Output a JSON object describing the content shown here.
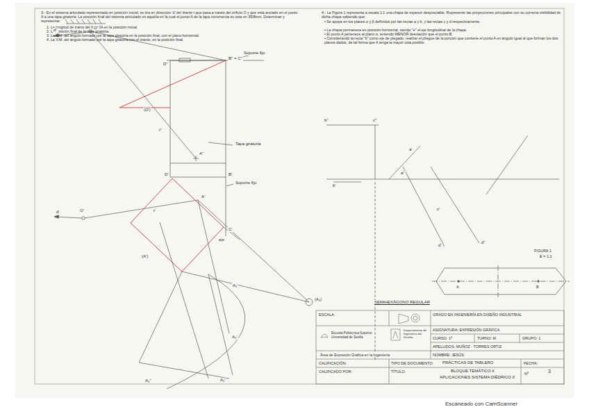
{
  "diagram": {
    "labels": [
      "3.- En el sistema articulado representado en posición inicial, se tira en dirección 'd' del tirante t que pasa a través del orificio O y que está anclado en el punto A a una tapa giratoria. La posición final del sistema articulado es aquella en la cual el punto A de la tapa incrementa su cota en 35/8mm. Determinar y representar:",
      "1. La longitud de tramo del hilo OA en la posición inicial.",
      "2. La posición final de la tapa giratoria.",
      "3. La V.M. del ángulo formado por la tapa giratoria en la posición final, con el plano horizontal.",
      "4. La V.M. del ángulo formado por la tapa giratoria con el tirante, en la posición final.",
      "4.- La Figura 1 representa a escala 1:1 una chapa de espesor despreciable. Represente las proyecciones principales con su correcta visibilidad de dicha chapa sabiendo que:",
      "• Se apoya en los planos α y β definidos por las rectas a y b, y las rectas c y d respectivamente.",
      "• La chapa permanece en posición horizontal, siendo \"e\" el eje longitudinal de la chapa.",
      "• El punto A pertenece al plano α, teniendo MENOR desviación que el punto B.",
      "• Considerando la recta \"b\" como eje de plegado, realizar el pliegue de la porción que contiene el punto A en ángulo igual al que forman los dos planos dados, de tal forma que A tenga la mayor cota posible.",
      "O''",
      "d''",
      "D''",
      "B'' = C''",
      "Soporte fijo",
      "(O')",
      "t''",
      "Tapa giratoria",
      "A''",
      "D'",
      "B'",
      "Soporte fijo",
      "A'",
      "d'",
      "O'",
      "t'",
      "C'",
      "eje",
      "(A')",
      "A₁'",
      "(A₁)",
      "A₀'",
      "A₁''",
      "A₀''",
      "b''",
      "c''",
      "a'",
      "a''",
      "b'",
      "c'",
      "d'",
      "d''",
      "FIGURA 1",
      "E = 1:1",
      "A",
      "B",
      "SEMIHEXÁGONO REGULAR",
      "ESCALA:",
      "GRADO EN INGENIERÍA EN DISEÑO INDUSTRIAL",
      "ASIGNATURA: EXPRESIÓN GRÁFICA",
      "CURSO: 1º",
      "TURNO: M",
      "GRUPO: 1",
      "Escuela Politécnica Superior",
      "Universidad de Sevilla",
      "Departamento de Ingeniería del Diseño",
      "APELLIDOS: MUÑOZ - TORRES ORTIZ",
      "Área de Expresión Gráfica en la Ingeniería",
      "NOMBRE: JESÚS",
      "CALIFICACIÓN:",
      "TIPO DE DOCUMENTO:",
      "PRÁCTICAS DE TABLERO",
      "FECHA:",
      "CALIFICADO POR:",
      "TÍTULO:",
      "BLOQUE TEMÁTICO II",
      "APLICACIONES SISTEMA DIÉDRICO II",
      "Nº",
      "3",
      "Escaneado con CamScanner"
    ]
  }
}
